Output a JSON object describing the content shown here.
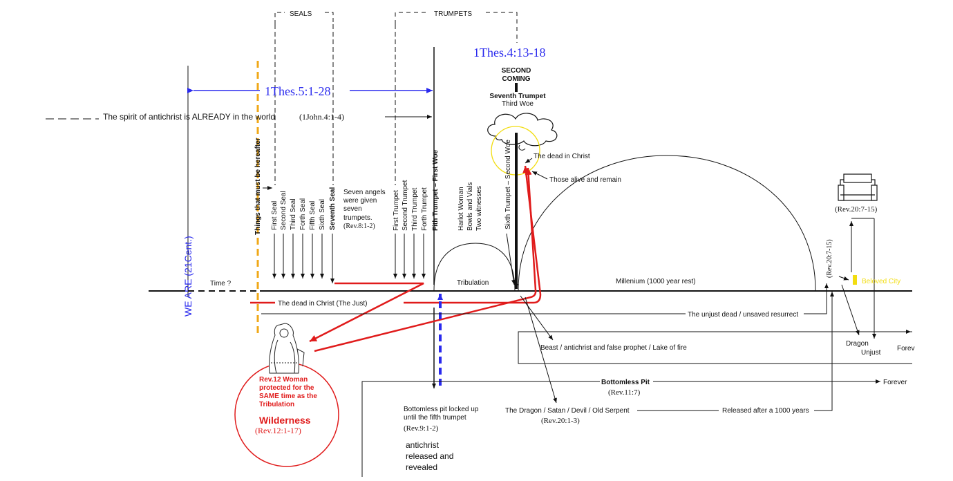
{
  "header": {
    "seals": "SEALS",
    "trumpets": "TRUMPETS"
  },
  "refs": {
    "thes4": "1Thes.4:13-18",
    "thes5": "1Thes.5:1-28",
    "rev20_7_15": "(Rev.20:7-15)",
    "rev20_7_15_vertical": "(Rev.20:7-15)",
    "rev8": "(Rev.8:1-2)",
    "rev9": "(Rev.9:1-2)",
    "rev11": "(Rev.11:7)",
    "rev20_1_3": "(Rev.20:1-3)",
    "rev12": "(Rev.12:1-17)"
  },
  "spirit_line": {
    "text": "The spirit of antichrist is ALREADY in the world",
    "ref": "(1John.4:1-4)"
  },
  "second_coming": {
    "title_line1": "SECOND",
    "title_line2": "COMING",
    "seventh_trumpet": "Seventh Trumpet",
    "third_woe": "Third Woe"
  },
  "we_are": "WE ARE (21Cent.)",
  "time_label": "Time ?",
  "things_hereafter": "Things that must be hereafter",
  "seals": [
    "First Seal",
    "Second Seal",
    "Third Seal",
    "Forth Seal",
    "Fifth Seal",
    "Sixth Seal",
    "Seventh Seal"
  ],
  "seven_angels": [
    "Seven angels",
    "were given",
    "seven",
    "trumpets."
  ],
  "trumpets": [
    "First Trumpet",
    "Second Trumpet",
    "Third Trumpet",
    "Forth Trumpet",
    "Fith Trumpet – First Woe"
  ],
  "middle_notes": [
    "Harlot Woman",
    "Bowls and Vials",
    "Two witnesses"
  ],
  "sixth_trumpet": "Sixth Trumpet – Second Woe",
  "dead_in_christ": "The dead in Christ",
  "those_alive": "Those alive and remain",
  "tribulation": "Tribulation",
  "millenium": "Millenium (1000 year rest)",
  "beloved_city": "Beloved City",
  "dead_just": "The dead in Christ (The Just)",
  "unjust_dead": "The unjust dead / unsaved resurrect",
  "beast": "Beast / antichrist and false prophet / Lake of fire",
  "dragon_label": "Dragon",
  "unjust_label": "Unjust",
  "forever_top": "Forev",
  "bottomless_pit": "Bottomless Pit",
  "forever": "Forever",
  "dragon_satan": "The Dragon / Satan / Devil / Old Serpent",
  "released_1000": "Released after a 1000 years",
  "pit_locked": [
    "Bottomless pit locked up",
    "until the fifth trumpet"
  ],
  "antichrist_released": [
    "antichrist",
    "released and",
    "revealed"
  ],
  "woman": {
    "lines": [
      "Rev.12 Woman",
      "protected for the",
      "SAME time as the",
      "Tribulation"
    ],
    "wilderness": "Wilderness"
  },
  "colors": {
    "blue": "#2a2aee",
    "red": "#e01b1b",
    "orange": "#f0a818",
    "yellow": "#f2dd10"
  }
}
